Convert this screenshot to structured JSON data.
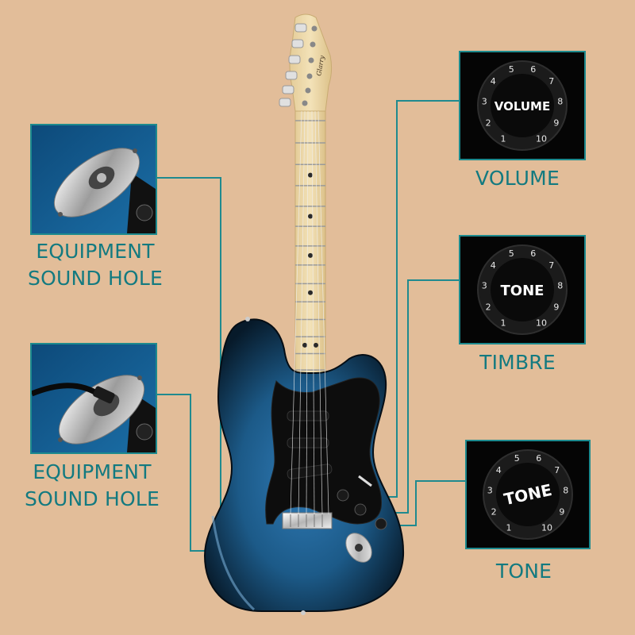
{
  "brand_logo": "Glarry",
  "left_panels": [
    {
      "line1": "EQUIPMENT",
      "line2": "SOUND HOLE"
    },
    {
      "line1": "EQUIPMENT",
      "line2": "SOUND HOLE"
    }
  ],
  "right_panels": [
    {
      "knob_label": "VOLUME",
      "caption": "VOLUME"
    },
    {
      "knob_label": "TONE",
      "caption": "TIMBRE"
    },
    {
      "knob_label": "TONE",
      "caption": "TONE"
    }
  ],
  "knob_numbers": [
    "1",
    "2",
    "3",
    "4",
    "5",
    "6",
    "7",
    "8",
    "9",
    "10"
  ],
  "colors": {
    "background": "#e2bd99",
    "accent_teal": "#137a80",
    "guitar_body_blue": "#1c5a88",
    "pickguard": "#0d0d0d",
    "maple_neck": "#ecd9a8"
  }
}
